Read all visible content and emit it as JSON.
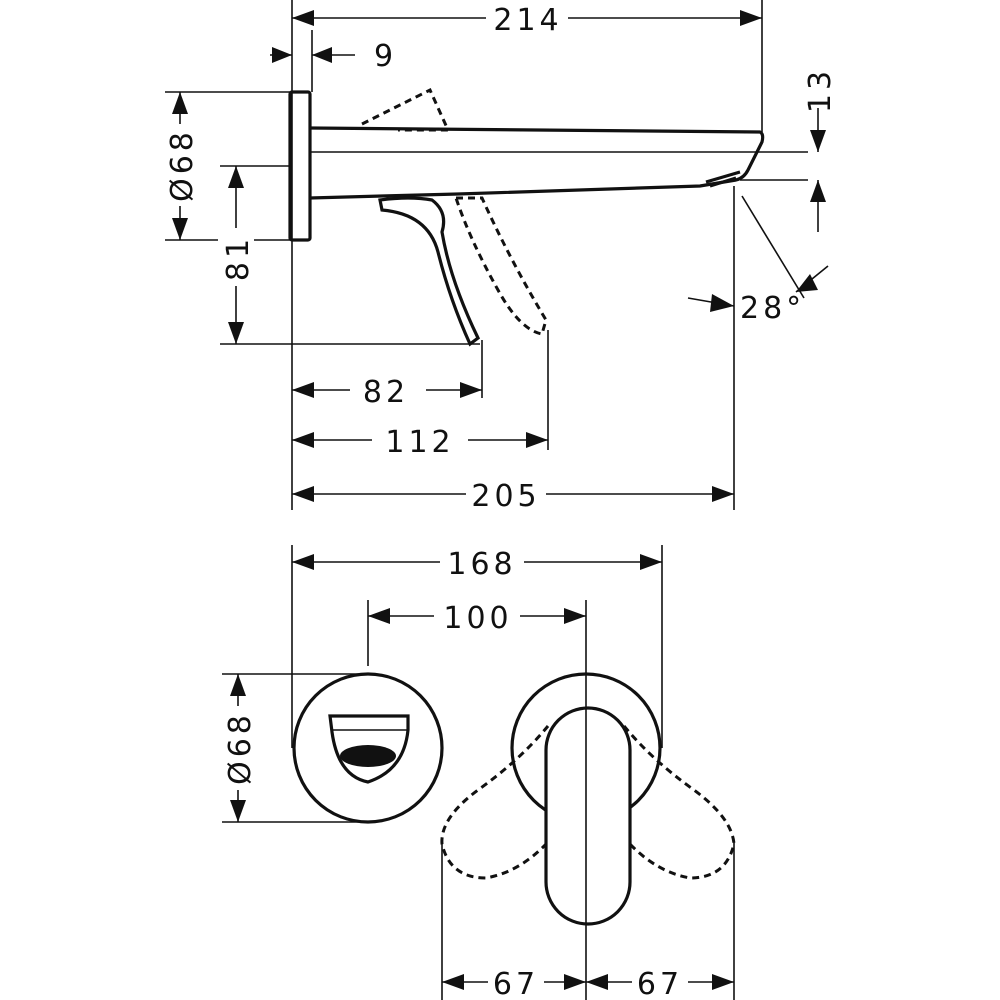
{
  "side_view": {
    "dim_overall_length": "214",
    "dim_plate_thickness": "9",
    "dim_spout_height": "13",
    "dim_plate_diameter": "Ø68",
    "dim_lever_height": "81",
    "dim_spray_angle": "28°",
    "dim_lever_reach": "82",
    "dim_lever_open_reach": "112",
    "dim_outlet_reach": "205"
  },
  "front_view": {
    "dim_total_width": "168",
    "dim_center_distance": "100",
    "dim_plate_diameter": "Ø68",
    "dim_left_swing": "67",
    "dim_right_swing": "67"
  }
}
